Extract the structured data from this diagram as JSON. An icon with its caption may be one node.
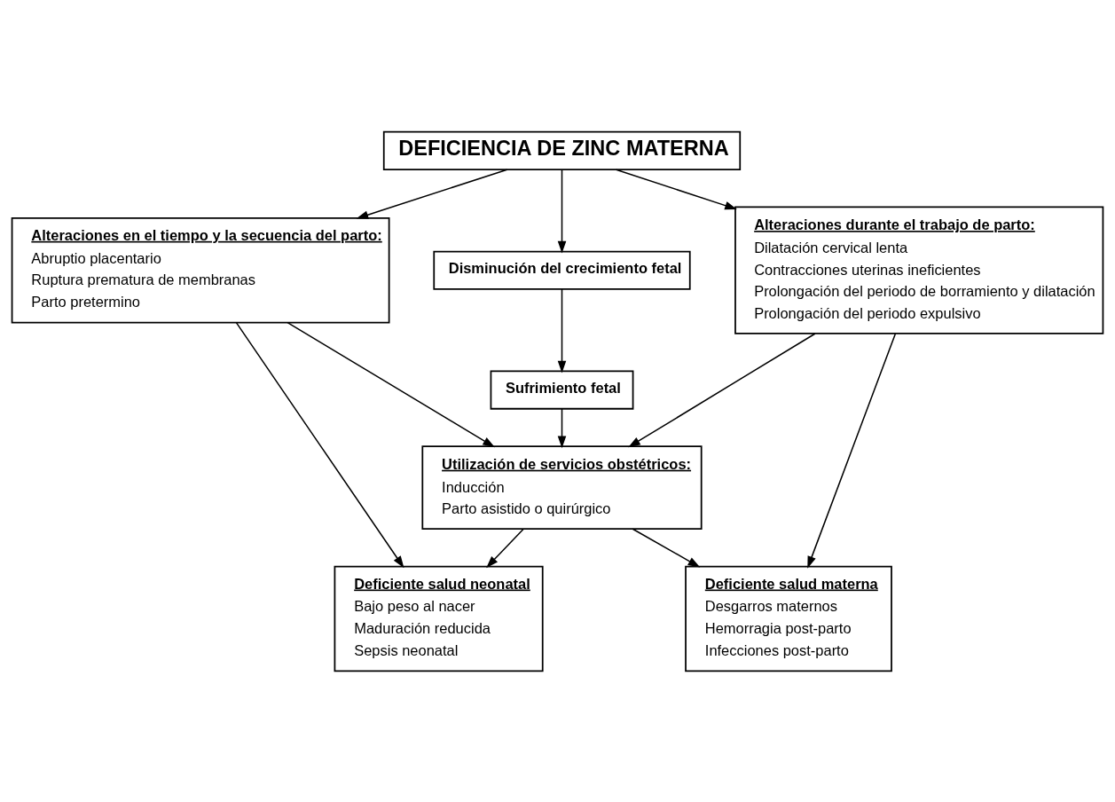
{
  "diagram": {
    "nodes": [
      {
        "text": [
          "DEFICIENCIA DE ZINC MATERNA"
        ]
      },
      {
        "text": [
          "Alteraciones en el tiempo y la secuencia del parto:",
          "Abruptio placentario",
          "Ruptura prematura de membranas",
          "Parto pretermino"
        ]
      },
      {
        "text": [
          "Alteraciones durante el trabajo de parto:",
          "Dilatación cervical lenta",
          "Contracciones uterinas ineficientes",
          "Prolongación del periodo de borramiento y dilatación",
          "Prolongación del periodo expulsivo"
        ]
      },
      {
        "text": [
          "Disminución del crecimiento fetal"
        ]
      },
      {
        "text": [
          "Sufrimiento fetal"
        ]
      },
      {
        "text": [
          "Utilización de servicios obstétricos:",
          "Inducción",
          "Parto asistido o quirúrgico"
        ]
      },
      {
        "text": [
          "Deficiente salud neonatal",
          "Bajo peso al nacer",
          "Maduración reducida",
          "Sepsis neonatal"
        ]
      },
      {
        "text": [
          "Deficiente salud materna",
          "Desgarros maternos",
          "Hemorragia post-parto",
          "Infecciones post-parto"
        ]
      }
    ],
    "edges": [
      {
        "from": 0,
        "to": 1,
        "arrow": "to"
      },
      {
        "from": 0,
        "to": 3,
        "arrow": "to"
      },
      {
        "from": 0,
        "to": 2,
        "arrow": "to"
      },
      {
        "from": 1,
        "to": 6,
        "arrow": "to"
      },
      {
        "from": 1,
        "to": 5,
        "arrow": "to"
      },
      {
        "from": 3,
        "to": 4,
        "arrow": "to"
      },
      {
        "from": 4,
        "to": 5,
        "arrow": "to"
      },
      {
        "from": 2,
        "to": 5,
        "arrow": "to"
      },
      {
        "from": 2,
        "to": 7,
        "arrow": "to"
      },
      {
        "from": 5,
        "to": 6,
        "arrow": "to"
      },
      {
        "from": 5,
        "to": 7,
        "arrow": "to"
      }
    ]
  }
}
